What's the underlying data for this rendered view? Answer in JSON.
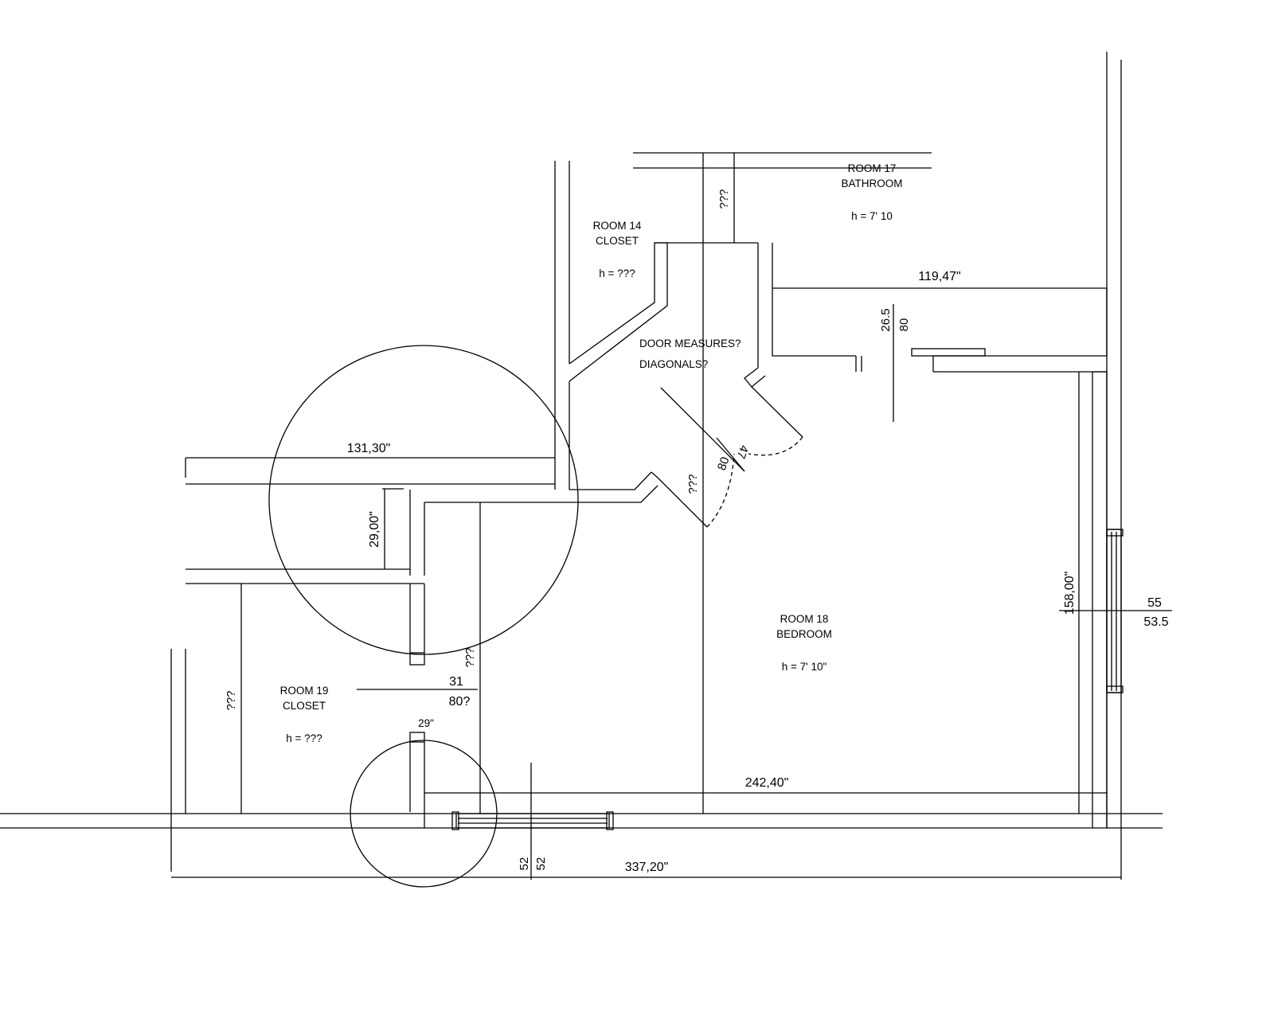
{
  "rooms": {
    "bathroom": {
      "number": "ROOM 17",
      "name": "BATHROOM",
      "height": "h = 7' 10"
    },
    "closet14": {
      "number": "ROOM 14",
      "name": "CLOSET",
      "height": "h = ???"
    },
    "bedroom": {
      "number": "ROOM 18",
      "name": "BEDROOM",
      "height": "h = 7' 10\""
    },
    "closet19": {
      "number": "ROOM 19",
      "name": "CLOSET",
      "height": "h = ???"
    }
  },
  "notes": {
    "door_measures": "DOOR MEASURES?",
    "diagonals": "DIAGONALS?"
  },
  "dimensions": {
    "top_unknown": "???",
    "bath_width": "119,47\"",
    "bath_door_top": "26.5",
    "bath_door_bottom": "80",
    "hall_width": "131,30\"",
    "hall_depth": "29,00\"",
    "closet_door_height": "80",
    "closet_door_width": "47",
    "diag_unknown": "???",
    "bedroom_side": "158,00\"",
    "window_top": "55",
    "window_bottom": "53.5",
    "closet19_height": "???",
    "left_unknown": "???",
    "closet_door_top": "31",
    "closet_door_bottom": "80?",
    "closet_opening": "29\"",
    "bedroom_width": "242,40\"",
    "bottom_window_a": "52",
    "bottom_window_b": "52",
    "overall_width": "337,20\""
  }
}
